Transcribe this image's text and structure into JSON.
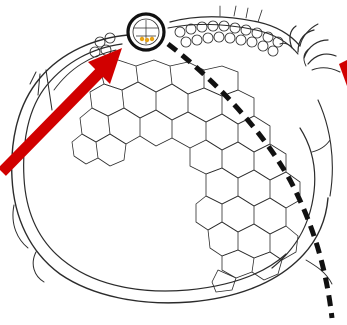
{
  "figure": {
    "colors": {
      "background": "#ffffff",
      "ink": "#2b2b2b",
      "arrow": "#d10000",
      "highlight": "#e8a317",
      "cut_line": "#111111"
    },
    "elements": [
      {
        "name": "cross-section-outline",
        "kind": "line drawing"
      },
      {
        "name": "cell-network",
        "kind": "cellular tissue"
      },
      {
        "name": "highlight-circle",
        "kind": "circled region with orange dots"
      },
      {
        "name": "dashed-cut-line",
        "kind": "thick dashed curve"
      },
      {
        "name": "arrow-left",
        "kind": "red arrow pointing up-right"
      },
      {
        "name": "arrow-right",
        "kind": "red arrow pointing up-left"
      }
    ]
  }
}
